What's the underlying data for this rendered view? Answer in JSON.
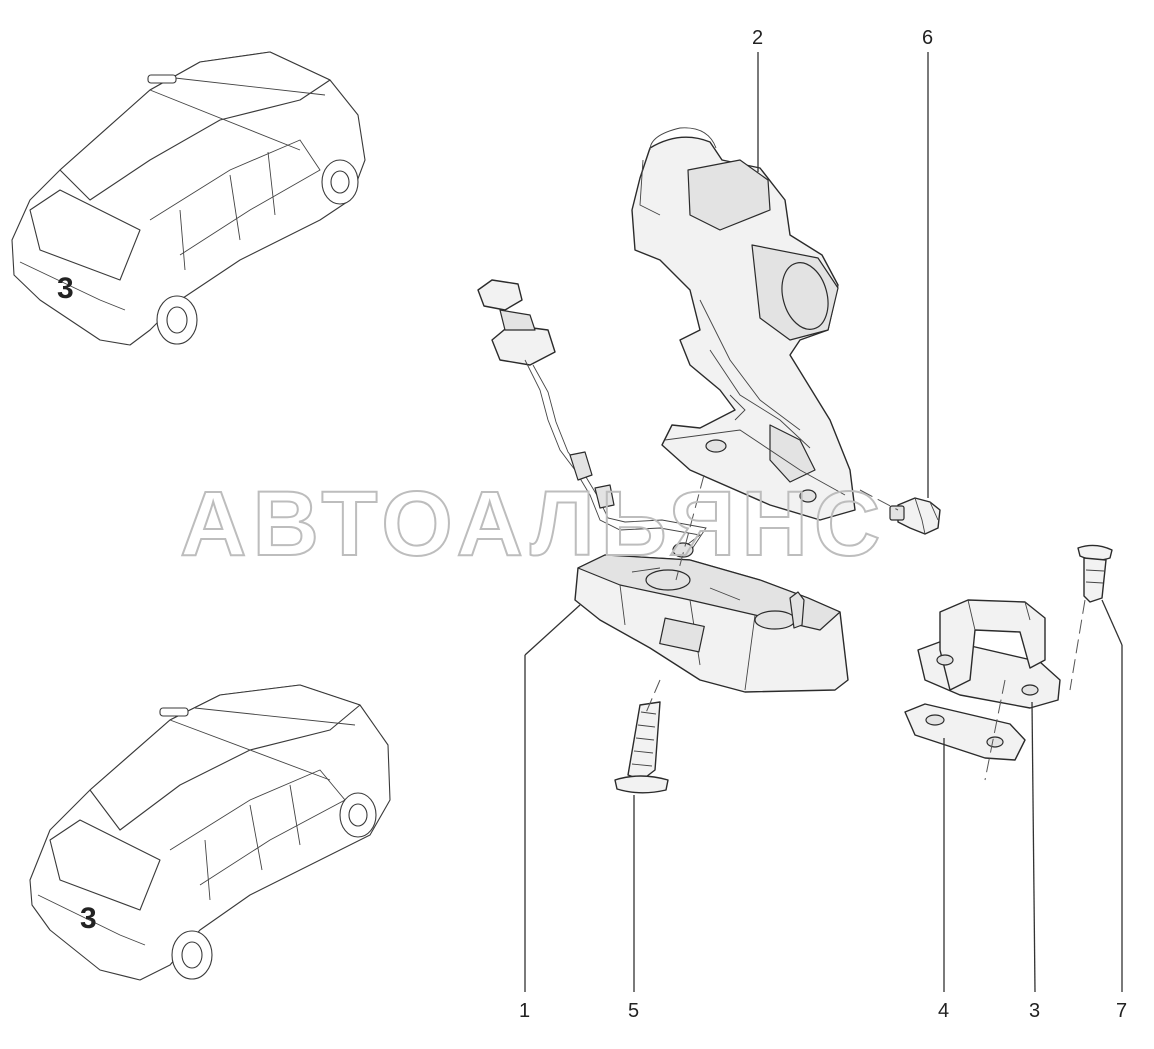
{
  "watermark": "АВТОАЛЬЯНС",
  "callouts": {
    "c1": "1",
    "c2": "2",
    "c3": "3",
    "c4": "4",
    "c5": "5",
    "c6": "6",
    "c7": "7"
  },
  "car_badge": {
    "top": "3",
    "bottom": "3"
  }
}
